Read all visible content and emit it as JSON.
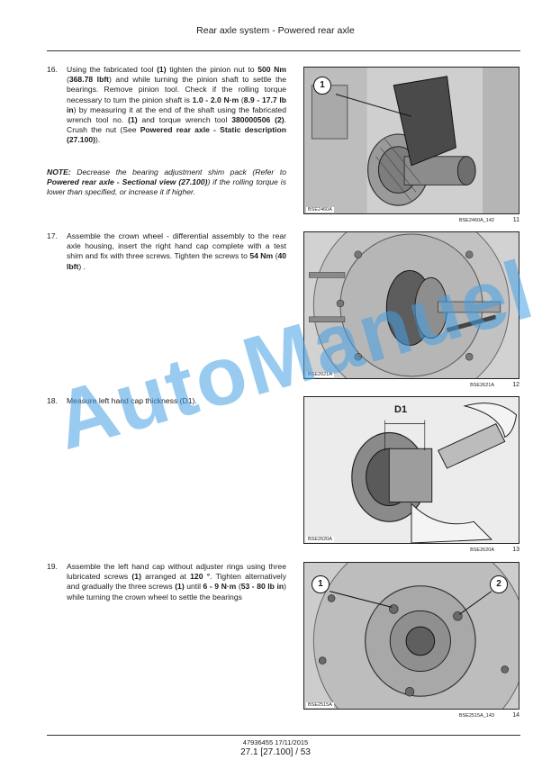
{
  "header": {
    "title": "Rear axle system - Powered rear axle"
  },
  "steps": [
    {
      "number": "16.",
      "segments": [
        {
          "t": "Using the fabricated tool ",
          "b": false
        },
        {
          "t": "(1)",
          "b": true
        },
        {
          "t": " tighten the pinion nut to ",
          "b": false
        },
        {
          "t": "500 Nm",
          "b": true
        },
        {
          "t": " (",
          "b": false
        },
        {
          "t": "368.78 lbft",
          "b": true
        },
        {
          "t": ") and while turning the pinion shaft to settle the bearings. Remove pinion tool. Check if the rolling torque necessary to turn the pinion shaft is ",
          "b": false
        },
        {
          "t": "1.0 - 2.0 N·m",
          "b": true
        },
        {
          "t": " (",
          "b": false
        },
        {
          "t": "8.9 - 17.7 lb in",
          "b": true
        },
        {
          "t": ") by measuring it at the end of the shaft using the fabricated wrench tool no. ",
          "b": false
        },
        {
          "t": "(1)",
          "b": true
        },
        {
          "t": " and torque wrench tool ",
          "b": false
        },
        {
          "t": "380000506 (2)",
          "b": true
        },
        {
          "t": ". Crush the nut (See ",
          "b": false
        },
        {
          "t": "Powered rear axle - Static description (27.100)",
          "b": true
        },
        {
          "t": ").",
          "b": false
        }
      ]
    },
    {
      "number": "17.",
      "segments": [
        {
          "t": "Assemble the crown wheel - differential assembly to the rear axle housing, insert the right hand cap complete with a test shim and fix with three screws. Tighten the screws to ",
          "b": false
        },
        {
          "t": "54 Nm",
          "b": true
        },
        {
          "t": " (",
          "b": false
        },
        {
          "t": "40 lbft",
          "b": true
        },
        {
          "t": ") .",
          "b": false
        }
      ]
    },
    {
      "number": "18.",
      "segments": [
        {
          "t": "Measure left hand cap thickness (D1).",
          "b": false
        }
      ]
    },
    {
      "number": "19.",
      "segments": [
        {
          "t": "Assemble the left hand cap without adjuster rings using three lubricated screws ",
          "b": false
        },
        {
          "t": "(1)",
          "b": true
        },
        {
          "t": " arranged at ",
          "b": false
        },
        {
          "t": "120 °",
          "b": true
        },
        {
          "t": ". Tighten alternatively and gradually the three screws ",
          "b": false
        },
        {
          "t": "(1)",
          "b": true
        },
        {
          "t": " until ",
          "b": false
        },
        {
          "t": "6 - 9 N·m",
          "b": true
        },
        {
          "t": " (",
          "b": false
        },
        {
          "t": "53 - 80 lb in",
          "b": true
        },
        {
          "t": ") while turning the crown wheel to settle the bearings",
          "b": false
        }
      ]
    }
  ],
  "note": {
    "label": "NOTE:",
    "segments": [
      {
        "t": " Decrease the bearing adjustment shim pack (Refer to ",
        "b": false
      },
      {
        "t": "Powered rear axle - Sectional view (27.100)",
        "b": true
      },
      {
        "t": ") if the rolling torque is lower than specified, or increase it if higher.",
        "b": false
      }
    ]
  },
  "figures": [
    {
      "code": "BSE2460A",
      "ref": "BSE2460A_142",
      "number": "11",
      "callouts": [
        "1"
      ]
    },
    {
      "code": "BSE2621A",
      "ref": "BSE2621A",
      "number": "12",
      "callouts": []
    },
    {
      "code": "BSE2620A",
      "ref": "BSE2620A",
      "number": "13",
      "callouts": [],
      "dim_label": "D1"
    },
    {
      "code": "BSE2515A",
      "ref": "BSE2515A_143",
      "number": "14",
      "callouts": [
        "1",
        "2"
      ]
    }
  ],
  "watermark": "AutoManuel",
  "footer": {
    "doc_id": "47936455 17/11/2015",
    "page": "27.1 [27.100] / 53"
  }
}
